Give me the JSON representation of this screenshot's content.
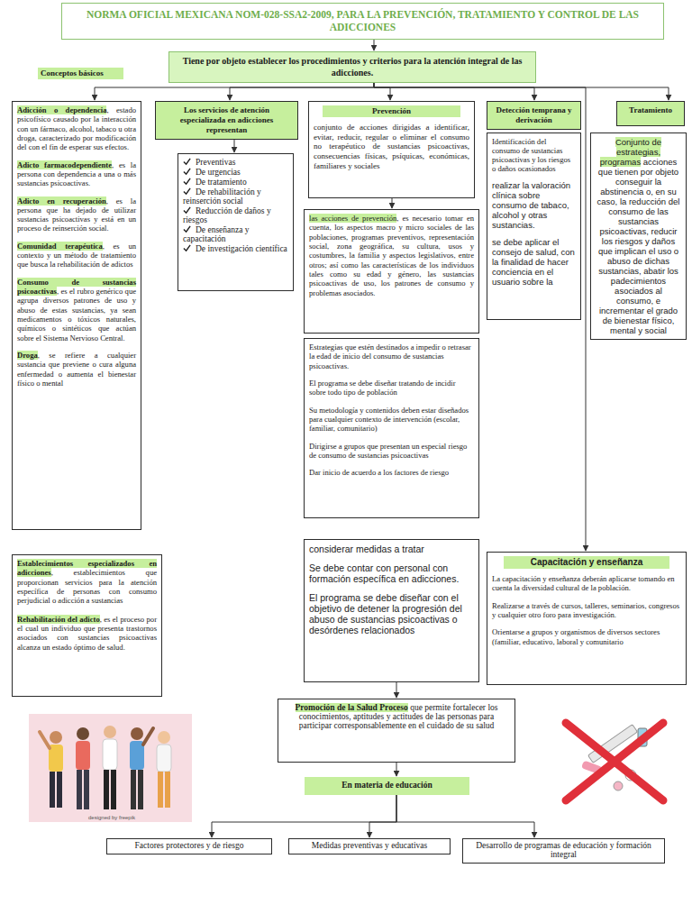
{
  "diagram": {
    "nodes": [
      {
        "text": [
          "NORMA OFICIAL MEXICANA NOM-028-SSA2-2009, PARA LA PREVENCIÓN, TRATAMIENTO Y CONTROL DE LAS ADICCIONES"
        ]
      },
      {
        "text": [
          "Tiene por objeto establecer los procedimientos y criterios para la atención integral de las adicciones."
        ]
      },
      {
        "text": [
          "Conceptos básicos"
        ]
      },
      {
        "text": [
          "Adicción o dependencia",
          ", estado psicofísico causado por la interacción con un fármaco, alcohol, tabaco u otra droga, caracterizado por modificación del con el fin de esperar sus efectos.",
          "Adicto farmacodependiente",
          ", es la persona con dependencia a una o más sustancias psicoactivas.",
          "Adicto en recuperación",
          ", es la persona que ha dejado de utilizar sustancias psicoactivas y está en un proceso de reinserción social.",
          "Comunidad terapéutica",
          ", es un contexto y un método de tratamiento que busca la rehabilitación de adictos",
          "Consumo de sustancias psicoactivas",
          ", es el rubro genérico que agrupa diversos patrones de uso y abuso de estas sustancias, ya sean medicamentos o tóxicos naturales, químicos o sintéticos que actúan sobre el Sistema Nervioso Central.",
          "Droga",
          ", se refiere a cualquier sustancia que previene o cura alguna enfermedad o aumenta el bienestar físico o mental"
        ]
      },
      {
        "text": [
          "Los servicios de atención especializada en adicciones representan"
        ]
      },
      {
        "text": [
          "Preventivas",
          "De urgencias",
          "De tratamiento",
          "De rehabilitación y reinserción social",
          "Reducción de daños y riesgos",
          "De enseñanza y capacitación",
          "De investigación científica"
        ]
      },
      {
        "text": [
          "Prevención",
          "conjunto de acciones dirigidas a identificar, evitar, reducir, regular o eliminar el consumo no terapéutico de sustancias psicoactivas, consecuencias físicas, psíquicas, económicas, familiares y sociales"
        ]
      },
      {
        "text": [
          "Detección temprana y derivación"
        ]
      },
      {
        "text": [
          "Identificación del consumo de sustancias psicoactivas y los riesgos o daños ocasionados",
          "realizar la valoración clínica sobre consumo de tabaco, alcohol y otras sustancias.",
          "se debe aplicar el consejo de salud, con la finalidad de hacer conciencia en el usuario sobre la"
        ]
      },
      {
        "text": [
          "Tratamiento"
        ]
      },
      {
        "text": [
          "Conjunto de estrategias, programas",
          " acciones que tienen por objeto conseguir la abstinencia o, en su caso, la reducción del consumo de las sustancias psicoactivas, reducir los riesgos y daños que implican el uso o abuso de dichas sustancias, abatir los padecimientos asociados al consumo, e incrementar el grado de bienestar físico, mental y social"
        ]
      },
      {
        "text": [
          "las acciones de prevención",
          ", es necesario tomar en cuenta, los aspectos macro y micro sociales de las poblaciones, programas preventivos, representación social, zona geográfica, su cultura, usos y costumbres, la familia y aspectos legislativos, entre otros; así como las características de los individuos tales como su edad y género, las sustancias psicoactivas de uso, los patrones de consumo y problemas asociados."
        ]
      },
      {
        "text": [
          "Estrategias que estén destinados a impedir o retrasar la edad de inicio del consumo de sustancias psicoactivas.",
          "El programa se debe diseñar tratando de incidir sobre todo tipo de población",
          "Su metodología y contenidos deben estar diseñados para cualquier contexto de intervención (escolar, familiar, comunitario)",
          "Dirigirse a grupos que presentan un especial riesgo de consumo de sustancias psicoactivas",
          "Dar inicio de acuerdo a los factores de riesgo"
        ]
      },
      {
        "text": [
          "Establecimientos especializados en adicciones",
          ", establecimientos que proporcionan servicios para la atención específica de personas con consumo perjudicial o adicción a sustancias",
          "Rehabilitación del adicto",
          ", es el proceso por el cual un individuo que presenta trastornos asociados con sustancias psicoactivas alcanza un estado óptimo de salud."
        ]
      },
      {
        "text": [
          "considerar medidas a tratar",
          "Se debe contar con personal con formación específica en adicciones.",
          "El programa se debe diseñar con el objetivo de detener la progresión del abuso de sustancias psicoactivas o desórdenes relacionados"
        ]
      },
      {
        "text": [
          "Capacitación y enseñanza",
          "La capacitación y enseñanza deberán aplicarse tomando en cuenta la diversidad cultural de la población.",
          "Realizarse a través de cursos, talleres, seminarios, congresos y cualquier otro foro para investigación.",
          "Orientarse a grupos y organismos de diversos sectores (familiar, educativo, laboral y comunitario"
        ]
      },
      {
        "text": [
          "Promoción de la Salud Proceso",
          " que permite fortalecer los conocimientos, aptitudes y actitudes de las personas para participar corresponsablemente en el cuidado de su salud"
        ]
      },
      {
        "text": [
          "En materia de educación"
        ]
      },
      {
        "text": [
          "Factores protectores y de riesgo"
        ]
      },
      {
        "text": [
          "Medidas preventivas y educativas"
        ]
      },
      {
        "text": [
          "Desarrollo de programas de educación y formación integral"
        ]
      }
    ],
    "edges": [
      {
        "from": 0,
        "to": 1,
        "arrow": "to"
      },
      {
        "from": 1,
        "to": 3,
        "arrow": "to"
      },
      {
        "from": 1,
        "to": 4,
        "arrow": "to"
      },
      {
        "from": 1,
        "to": 6,
        "arrow": "to"
      },
      {
        "from": 1,
        "to": 7,
        "arrow": "to"
      },
      {
        "from": 1,
        "to": 9,
        "arrow": "to"
      },
      {
        "from": 1,
        "to": 15,
        "arrow": "to"
      },
      {
        "from": 4,
        "to": 5,
        "arrow": "to"
      },
      {
        "from": 6,
        "to": 11,
        "arrow": "to"
      },
      {
        "from": 14,
        "to": 16,
        "arrow": "to"
      },
      {
        "from": 16,
        "to": 17,
        "arrow": "to"
      },
      {
        "from": 17,
        "to": 18,
        "arrow": "to"
      },
      {
        "from": 17,
        "to": 19,
        "arrow": "to"
      },
      {
        "from": 17,
        "to": 20,
        "arrow": "to"
      }
    ],
    "labels": [
      "designed by freepik"
    ]
  }
}
